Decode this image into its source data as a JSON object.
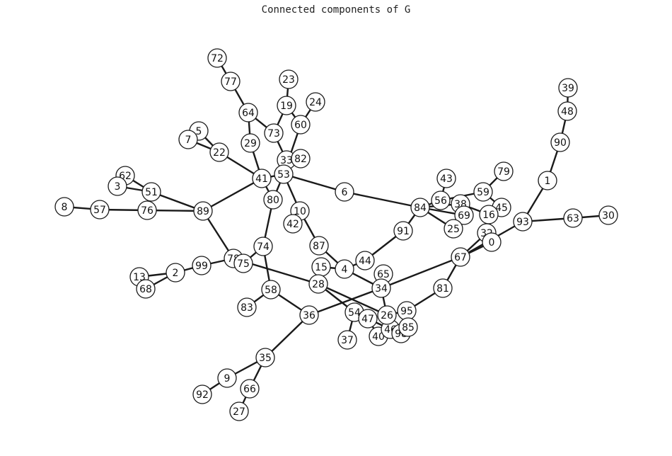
{
  "title": "Connected components of G",
  "colors": {
    "edge": "#1a1a1a",
    "node_fill": "#ffffff",
    "node_stroke": "#1a1a1a"
  },
  "graph": {
    "nodes": [
      "72",
      "77",
      "64",
      "29",
      "73",
      "23",
      "19",
      "24",
      "60",
      "33",
      "82",
      "5",
      "7",
      "22",
      "41",
      "53",
      "62",
      "3",
      "51",
      "8",
      "57",
      "76",
      "89",
      "80",
      "6",
      "10",
      "42",
      "87",
      "15",
      "4",
      "44",
      "65",
      "28",
      "34",
      "78",
      "75",
      "74",
      "99",
      "2",
      "13",
      "68",
      "58",
      "83",
      "36",
      "54",
      "47",
      "37",
      "40",
      "46",
      "98",
      "26",
      "95",
      "85",
      "35",
      "9",
      "92",
      "66",
      "27",
      "43",
      "56",
      "38",
      "69",
      "84",
      "25",
      "59",
      "79",
      "45",
      "16",
      "91",
      "32",
      "0",
      "67",
      "81",
      "93",
      "1",
      "90",
      "48",
      "39",
      "63",
      "30"
    ],
    "edges": [
      [
        "72",
        "77"
      ],
      [
        "77",
        "64"
      ],
      [
        "64",
        "29"
      ],
      [
        "64",
        "73"
      ],
      [
        "29",
        "41"
      ],
      [
        "73",
        "19"
      ],
      [
        "19",
        "23"
      ],
      [
        "19",
        "60"
      ],
      [
        "60",
        "24"
      ],
      [
        "73",
        "33"
      ],
      [
        "33",
        "53"
      ],
      [
        "60",
        "53"
      ],
      [
        "5",
        "22"
      ],
      [
        "7",
        "22"
      ],
      [
        "22",
        "41"
      ],
      [
        "41",
        "53"
      ],
      [
        "41",
        "89"
      ],
      [
        "41",
        "80"
      ],
      [
        "53",
        "80"
      ],
      [
        "53",
        "10"
      ],
      [
        "53",
        "6"
      ],
      [
        "6",
        "84"
      ],
      [
        "62",
        "51"
      ],
      [
        "3",
        "51"
      ],
      [
        "51",
        "89"
      ],
      [
        "8",
        "57"
      ],
      [
        "57",
        "76"
      ],
      [
        "76",
        "89"
      ],
      [
        "89",
        "78"
      ],
      [
        "78",
        "75"
      ],
      [
        "75",
        "74"
      ],
      [
        "80",
        "74"
      ],
      [
        "74",
        "58"
      ],
      [
        "58",
        "83"
      ],
      [
        "58",
        "36"
      ],
      [
        "36",
        "35"
      ],
      [
        "36",
        "34"
      ],
      [
        "35",
        "9"
      ],
      [
        "9",
        "92"
      ],
      [
        "35",
        "66"
      ],
      [
        "66",
        "27"
      ],
      [
        "2",
        "99"
      ],
      [
        "13",
        "2"
      ],
      [
        "68",
        "2"
      ],
      [
        "99",
        "78"
      ],
      [
        "78",
        "28"
      ],
      [
        "28",
        "54"
      ],
      [
        "28",
        "26"
      ],
      [
        "10",
        "87"
      ],
      [
        "87",
        "4"
      ],
      [
        "15",
        "4"
      ],
      [
        "15",
        "28"
      ],
      [
        "4",
        "44"
      ],
      [
        "4",
        "34"
      ],
      [
        "44",
        "91"
      ],
      [
        "91",
        "84"
      ],
      [
        "34",
        "65"
      ],
      [
        "34",
        "67"
      ],
      [
        "34",
        "26"
      ],
      [
        "54",
        "37"
      ],
      [
        "54",
        "47"
      ],
      [
        "47",
        "40"
      ],
      [
        "47",
        "46"
      ],
      [
        "46",
        "98"
      ],
      [
        "46",
        "85"
      ],
      [
        "26",
        "95"
      ],
      [
        "95",
        "81"
      ],
      [
        "81",
        "67"
      ],
      [
        "67",
        "32"
      ],
      [
        "67",
        "0"
      ],
      [
        "67",
        "93"
      ],
      [
        "84",
        "56"
      ],
      [
        "56",
        "43"
      ],
      [
        "56",
        "59"
      ],
      [
        "59",
        "79"
      ],
      [
        "59",
        "45"
      ],
      [
        "84",
        "38"
      ],
      [
        "38",
        "16"
      ],
      [
        "16",
        "45"
      ],
      [
        "84",
        "25"
      ],
      [
        "84",
        "69"
      ],
      [
        "16",
        "0"
      ],
      [
        "93",
        "1"
      ],
      [
        "1",
        "90"
      ],
      [
        "90",
        "48"
      ],
      [
        "48",
        "39"
      ],
      [
        "93",
        "63"
      ],
      [
        "63",
        "30"
      ]
    ]
  }
}
